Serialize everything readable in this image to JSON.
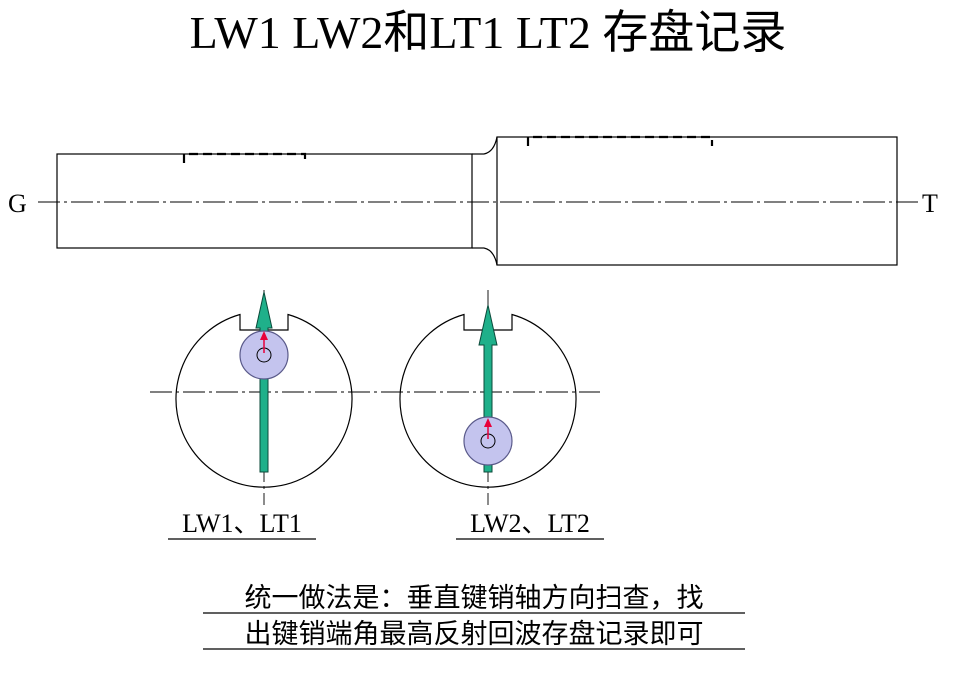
{
  "title": "LW1 LW2和LT1 LT2 存盘记录",
  "shaft": {
    "left_end_label": "G",
    "right_end_label": "T"
  },
  "views": [
    {
      "caption": "LW1、LT1"
    },
    {
      "caption": "LW2、LT2"
    }
  ],
  "note_lines": [
    "统一做法是：垂直键销轴方向扫查，找",
    "出键销端角最高反射回波存盘记录即可"
  ],
  "colors": {
    "line": "#000000",
    "arrow_fill": "#1fb08a",
    "arrow_stroke": "#0b4a3a",
    "probe_fill": "#c4c4ee",
    "probe_stroke": "#5a5a8a",
    "small_arrow": "#e8003a"
  }
}
